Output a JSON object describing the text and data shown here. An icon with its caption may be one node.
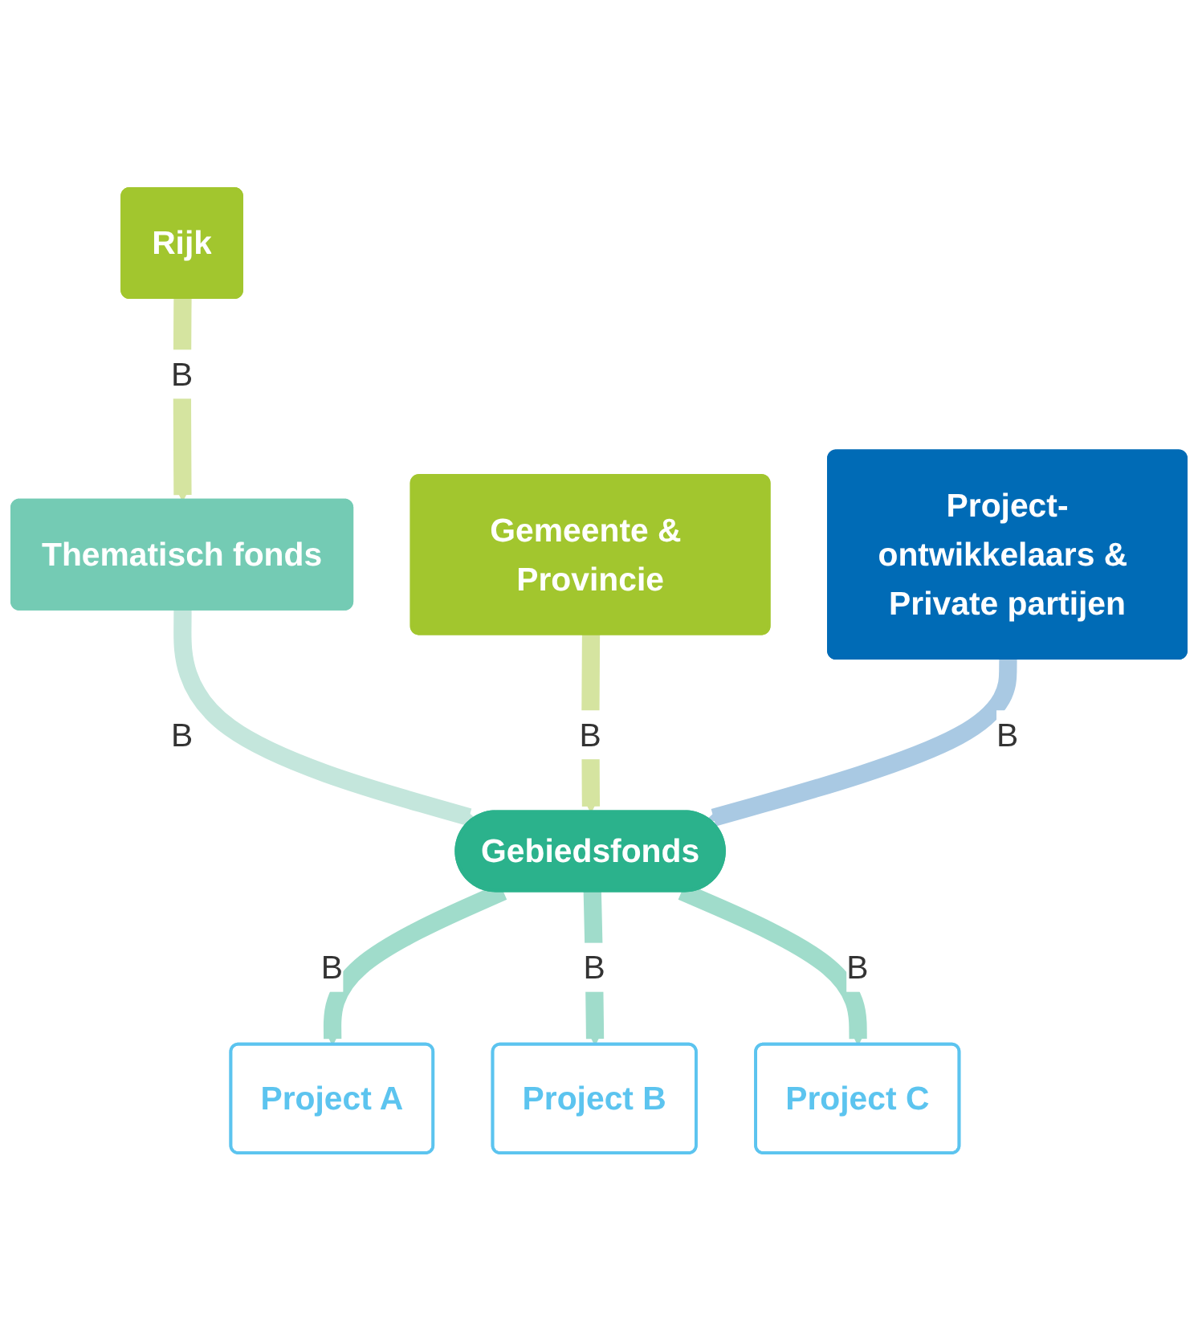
{
  "diagram": {
    "nodes": [
      {
        "text": [
          "Rijk"
        ]
      },
      {
        "text": [
          "Thematisch fonds"
        ]
      },
      {
        "text": [
          "Gemeente & Provincie"
        ]
      },
      {
        "text": [
          "Project-ontwikkelaars & Private partijen"
        ]
      },
      {
        "text": [
          "Gebiedsfonds"
        ]
      },
      {
        "text": [
          "Project A"
        ]
      },
      {
        "text": [
          "Project B"
        ]
      },
      {
        "text": [
          "Project C"
        ]
      }
    ],
    "edges": [
      {
        "from": 0,
        "to": 1,
        "arrow": "to",
        "label": "B",
        "color": "#d5e4a0"
      },
      {
        "from": 1,
        "to": 4,
        "arrow": "to",
        "label": "B",
        "color": "#c4e6dc"
      },
      {
        "from": 2,
        "to": 4,
        "arrow": "to",
        "label": "B",
        "color": "#d5e4a0"
      },
      {
        "from": 3,
        "to": 4,
        "arrow": "to",
        "label": "B",
        "color": "#a9c9e3"
      },
      {
        "from": 4,
        "to": 5,
        "arrow": "to",
        "label": "B"
      },
      {
        "from": 4,
        "to": 6,
        "arrow": "to",
        "label": "B"
      },
      {
        "from": 4,
        "to": 7,
        "arrow": "to",
        "label": "B"
      }
    ]
  }
}
